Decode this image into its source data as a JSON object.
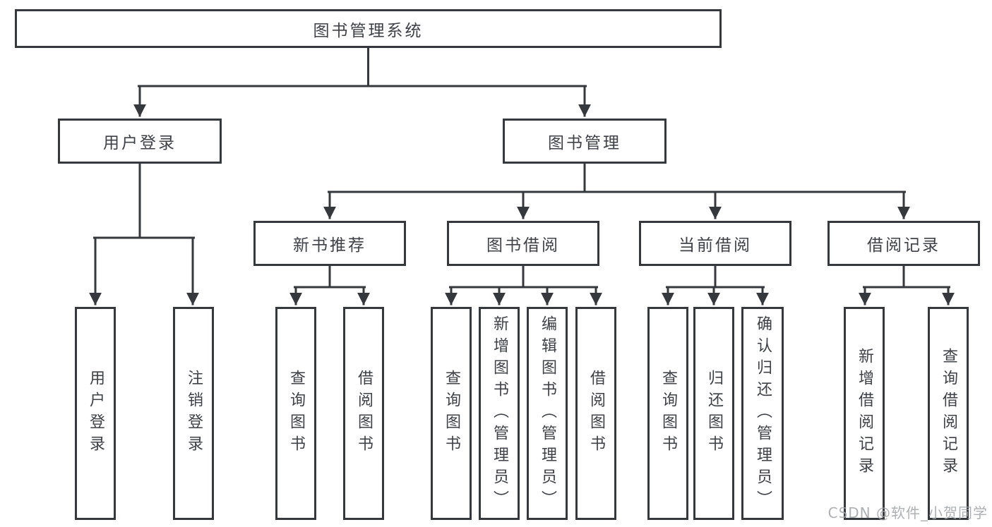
{
  "diagram": {
    "title": "图书管理系统",
    "level2": [
      {
        "label": "用户登录",
        "parent": "图书管理系统"
      },
      {
        "label": "图书管理",
        "parent": "图书管理系统"
      }
    ],
    "level3": [
      {
        "label": "新书推荐",
        "parent": "图书管理"
      },
      {
        "label": "图书借阅",
        "parent": "图书管理"
      },
      {
        "label": "当前借阅",
        "parent": "图书管理"
      },
      {
        "label": "借阅记录",
        "parent": "图书管理"
      }
    ],
    "leaves": [
      {
        "label": "用户登录",
        "parent": "用户登录"
      },
      {
        "label": "注销登录",
        "parent": "用户登录"
      },
      {
        "label": "查询图书",
        "parent": "新书推荐"
      },
      {
        "label": "借阅图书",
        "parent": "新书推荐"
      },
      {
        "label": "查询图书",
        "parent": "图书借阅"
      },
      {
        "label": "新增图书（管理员）",
        "parent": "图书借阅"
      },
      {
        "label": "编辑图书（管理员）",
        "parent": "图书借阅"
      },
      {
        "label": "借阅图书",
        "parent": "图书借阅"
      },
      {
        "label": "查询图书",
        "parent": "当前借阅"
      },
      {
        "label": "归还图书",
        "parent": "当前借阅"
      },
      {
        "label": "确认归还（管理员）",
        "parent": "当前借阅"
      },
      {
        "label": "新增借阅记录",
        "parent": "借阅记录"
      },
      {
        "label": "查询借阅记录",
        "parent": "借阅记录"
      }
    ],
    "colors": {
      "line": "#35383c",
      "text": "#3e4147",
      "background": "#ffffff",
      "watermark": "#9fa3a7"
    }
  },
  "watermark": {
    "text": "CSDN @软件_小贺同学"
  }
}
